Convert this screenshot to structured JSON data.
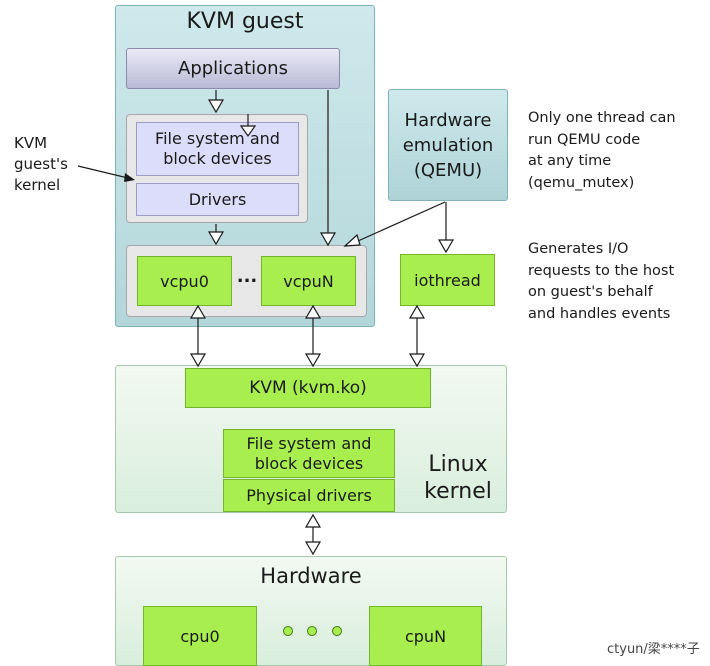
{
  "guest": {
    "title": "KVM guest"
  },
  "applications": {
    "label": "Applications"
  },
  "guest_kernel": {
    "label_lines": [
      "KVM",
      "guest's",
      "kernel"
    ],
    "fs_lines": [
      "File system and",
      "block devices"
    ],
    "drivers": "Drivers"
  },
  "vcpus": {
    "first": "vcpu0",
    "ellipsis": "...",
    "last": "vcpuN"
  },
  "hw_emulation": {
    "lines": [
      "Hardware",
      "emulation",
      "(QEMU)"
    ]
  },
  "iothread": {
    "label": "iothread"
  },
  "notes": {
    "qemu_lines": [
      "Only one thread can",
      "run QEMU code",
      "at any time",
      "(qemu_mutex)"
    ],
    "io_lines": [
      "Generates I/O",
      "requests to the host",
      "on guest's behalf",
      "and handles events"
    ]
  },
  "host_kernel": {
    "kvm_module": "KVM (kvm.ko)",
    "fs_lines": [
      "File system and",
      "block devices"
    ],
    "physical_drivers": "Physical drivers",
    "label_lines": [
      "Linux",
      "kernel"
    ]
  },
  "hardware": {
    "title": "Hardware",
    "cpu_first": "cpu0",
    "cpu_last": "cpuN"
  },
  "watermark": "ctyun/梁****子",
  "colors": {
    "green_box": "#a8ee4f",
    "guest_bg": "#b3d6da",
    "host_bg": "#d9eedc",
    "kernel_inner": "#dcdcfb"
  }
}
